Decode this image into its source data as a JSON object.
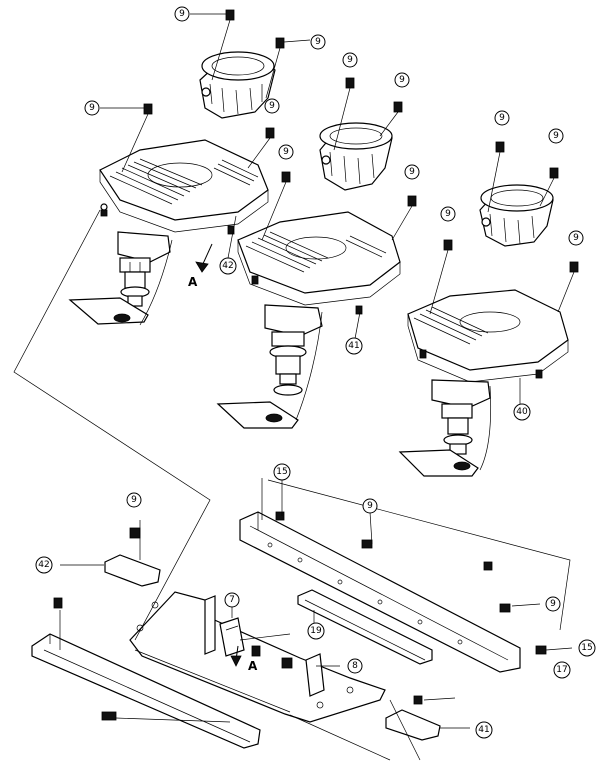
{
  "callouts": {
    "c1": "9",
    "c2": "9",
    "c3": "9",
    "c4": "9",
    "c5": "9",
    "c6": "9",
    "c7": "9",
    "c8": "9",
    "c9": "9",
    "c10": "9",
    "c11": "9",
    "c12": "9",
    "c13": "9",
    "c14": "9",
    "c15": "9",
    "c16": "42",
    "c17": "41",
    "c18": "40",
    "c19": "15",
    "c20": "42",
    "c21": "7",
    "c22": "19",
    "c23": "8",
    "c24": "15",
    "c25": "17",
    "c26": "41"
  },
  "arrow_labels": {
    "a1": "A",
    "a2": "A"
  }
}
